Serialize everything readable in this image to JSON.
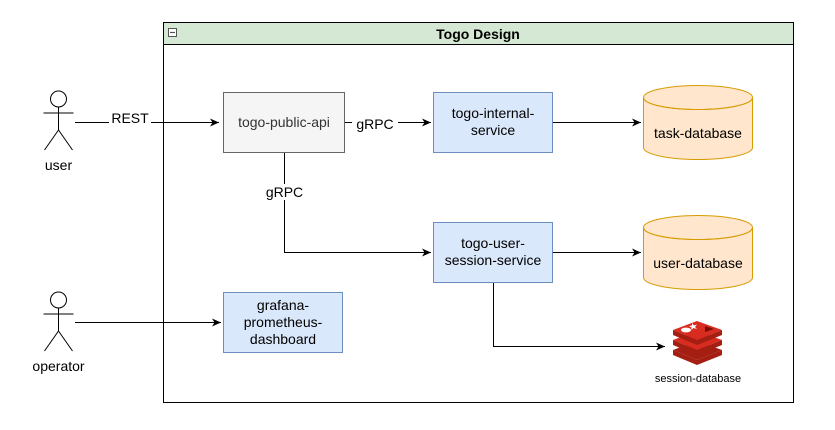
{
  "container": {
    "title": "Togo Design",
    "collapse_symbol": "−"
  },
  "actors": {
    "user": "user",
    "operator": "operator"
  },
  "nodes": {
    "public_api": "togo-public-api",
    "internal_service": [
      "togo-internal-",
      "service"
    ],
    "user_session_service": [
      "togo-user-",
      "session-service"
    ],
    "grafana": [
      "grafana-",
      "prometheus-",
      "dashboard"
    ],
    "task_db": "task-database",
    "user_db": "user-database",
    "session_db": "session-database"
  },
  "edge_labels": {
    "rest": "REST",
    "grpc_internal": "gRPC",
    "grpc_user": "gRPC"
  },
  "colors": {
    "container_header": "#d5e8d4",
    "container_border": "#000000",
    "service_fill": "#dae8fc",
    "service_border": "#6c8ebf",
    "api_fill": "#f5f5f5",
    "api_border": "#666666",
    "db_fill": "#ffe6cc",
    "db_border": "#d79b00",
    "redis": "#c6302b"
  }
}
